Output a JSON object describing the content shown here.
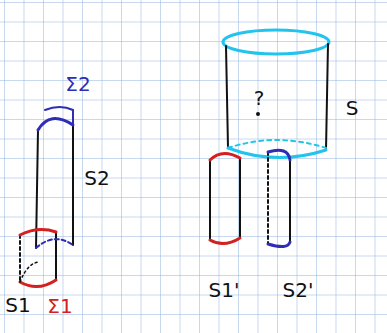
{
  "diagram": {
    "labels": [
      "S",
      "?",
      "Σ2",
      "S2",
      "S1",
      "Σ1",
      "S1'",
      "S2'"
    ]
  }
}
